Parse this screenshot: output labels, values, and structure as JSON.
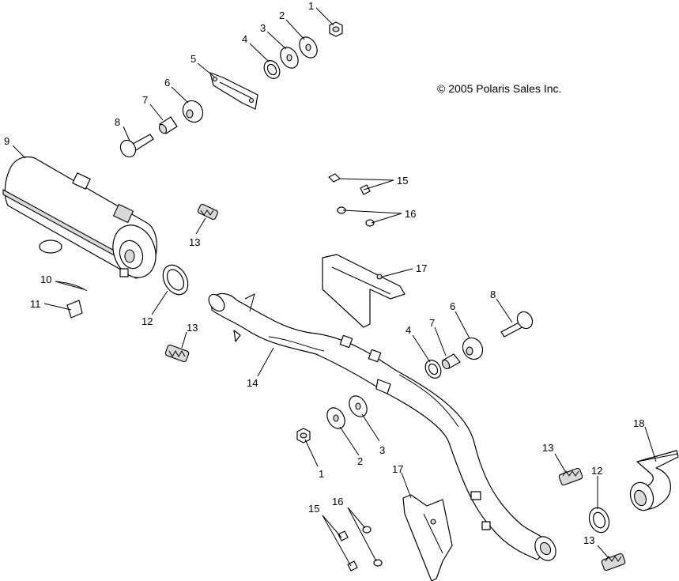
{
  "copyright": "© 2005 Polaris Sales Inc.",
  "callouts": {
    "c1_top": "1",
    "c2_top": "2",
    "c3_top": "3",
    "c4_top": "4",
    "c5": "5",
    "c6_top": "6",
    "c7_top": "7",
    "c8_top": "8",
    "c9": "9",
    "c10": "10",
    "c11": "11",
    "c12_left": "12",
    "c13_a": "13",
    "c13_b": "13",
    "c14": "14",
    "c15_top": "15",
    "c16_top": "16",
    "c17_top": "17",
    "c4_mid": "4",
    "c7_mid": "7",
    "c6_mid": "6",
    "c8_mid": "8",
    "c2_bot": "2",
    "c3_bot": "3",
    "c1_bot": "1",
    "c17_bot": "17",
    "c15_bot": "15",
    "c16_bot": "16",
    "c13_c": "13",
    "c12_right": "12",
    "c13_d": "13",
    "c18": "18"
  }
}
